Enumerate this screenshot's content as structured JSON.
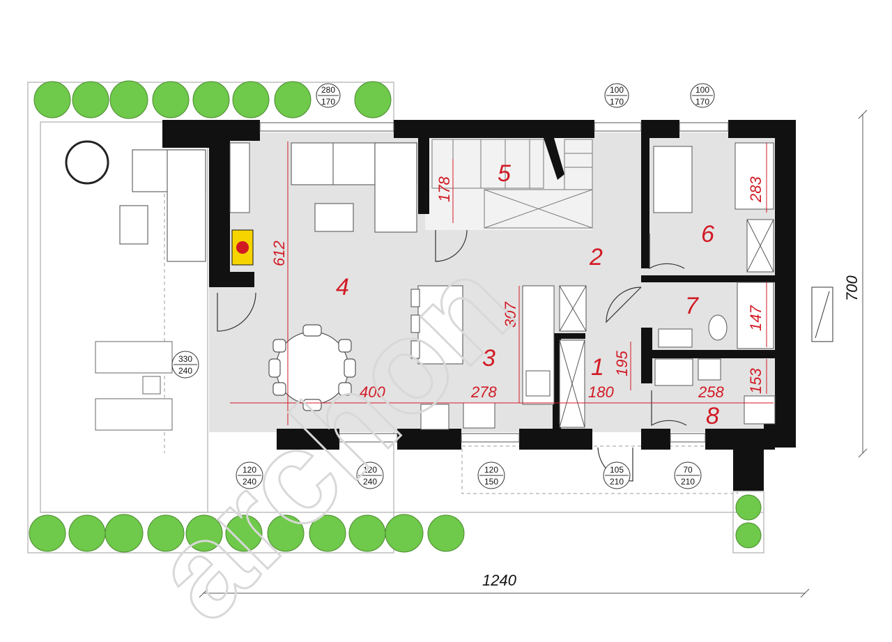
{
  "rooms": [
    {
      "num": "1"
    },
    {
      "num": "2"
    },
    {
      "num": "3"
    },
    {
      "num": "4"
    },
    {
      "num": "5"
    },
    {
      "num": "6"
    },
    {
      "num": "7"
    },
    {
      "num": "8"
    }
  ],
  "dimensions": {
    "d612": "612",
    "d307": "307",
    "d178": "178",
    "d283": "283",
    "d147": "147",
    "d195": "195",
    "d153": "153",
    "d400": "400",
    "d278": "278",
    "d180": "180",
    "d258": "258",
    "overall_width": "1240",
    "overall_depth": "700"
  },
  "windows": {
    "w1": {
      "top": "280",
      "bottom": "170"
    },
    "w2": {
      "top": "100",
      "bottom": "170"
    },
    "w3": {
      "top": "100",
      "bottom": "170"
    },
    "w4": {
      "top": "330",
      "bottom": "240"
    },
    "w5": {
      "top": "120",
      "bottom": "240"
    },
    "w6": {
      "top": "120",
      "bottom": "240"
    },
    "w7": {
      "top": "120",
      "bottom": "150"
    },
    "w8": {
      "top": "105",
      "bottom": "210"
    },
    "w9": {
      "top": "70",
      "bottom": "210"
    }
  },
  "watermark": "archon",
  "colors": {
    "wall": "#111111",
    "floor": "#e3e3e3",
    "dimension": "#d11a24",
    "hedge": "#6fc94a",
    "fireplace": "#f6d400"
  }
}
